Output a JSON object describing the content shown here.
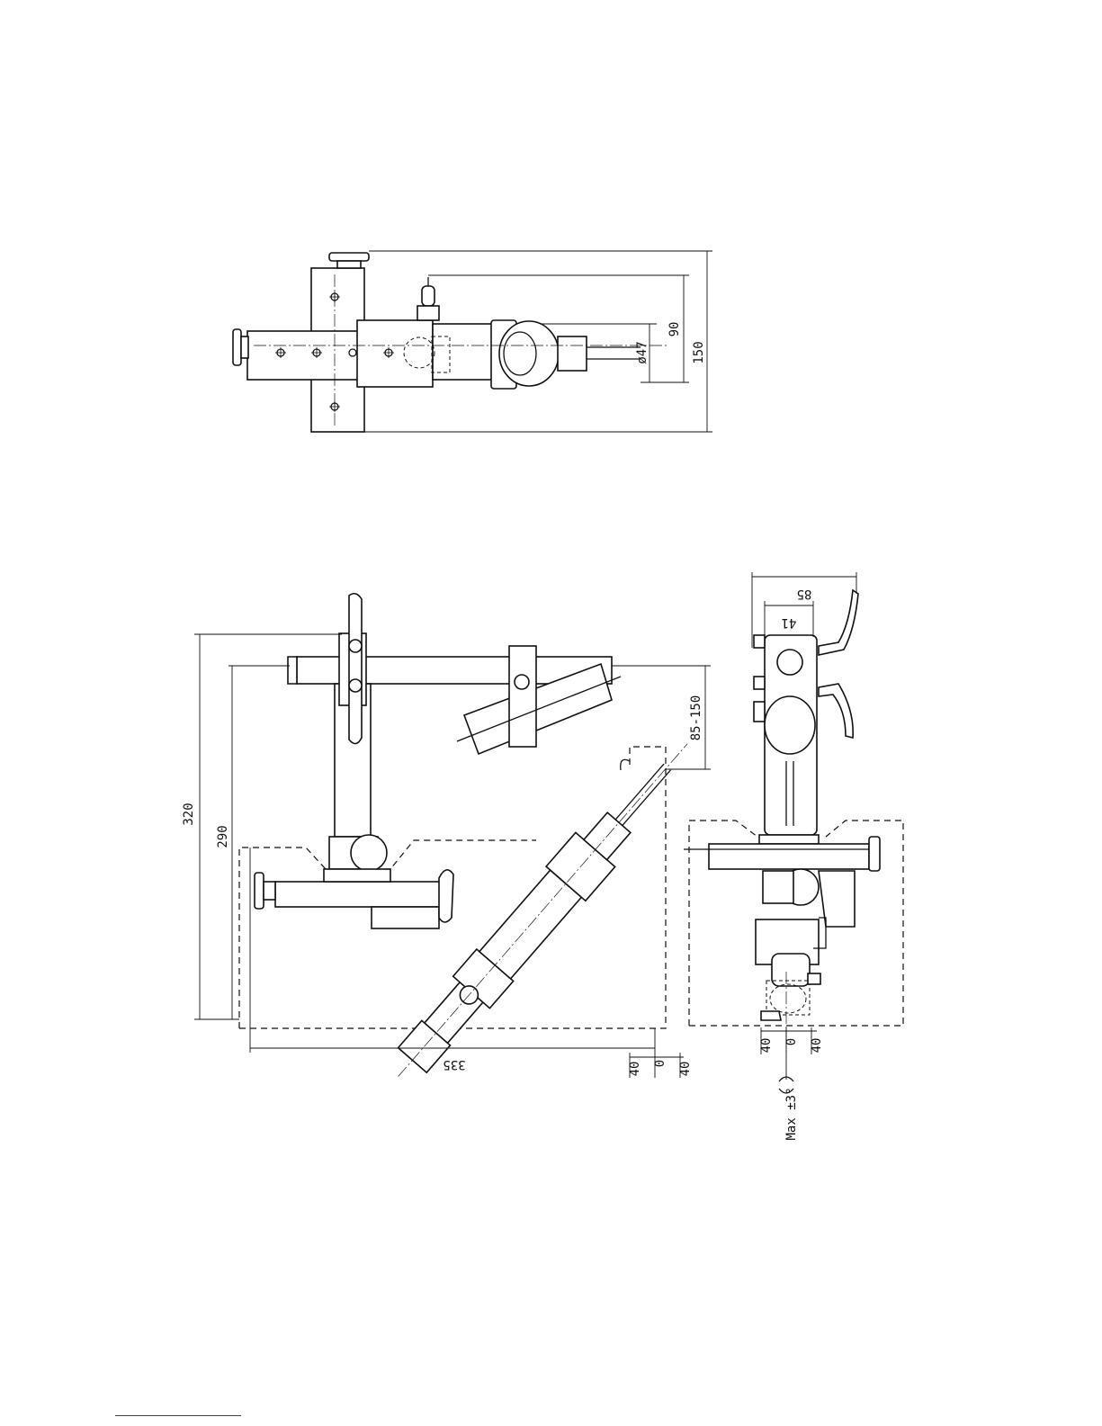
{
  "top_view": {
    "dims": {
      "overall_height": "150",
      "arm_width": "90",
      "bore_diameter": "ø47"
    }
  },
  "side_view": {
    "dims": {
      "total_height": "320",
      "inner_height": "290",
      "adjust_range": "85-150",
      "base_length": "335",
      "travel_left": "40",
      "travel_zero": "0",
      "travel_right": "40"
    }
  },
  "front_view": {
    "dims": {
      "width_outer": "85",
      "width_inner": "41",
      "travel_left": "40",
      "travel_zero": "0",
      "travel_right": "40",
      "tilt": "Max ±3°"
    }
  }
}
